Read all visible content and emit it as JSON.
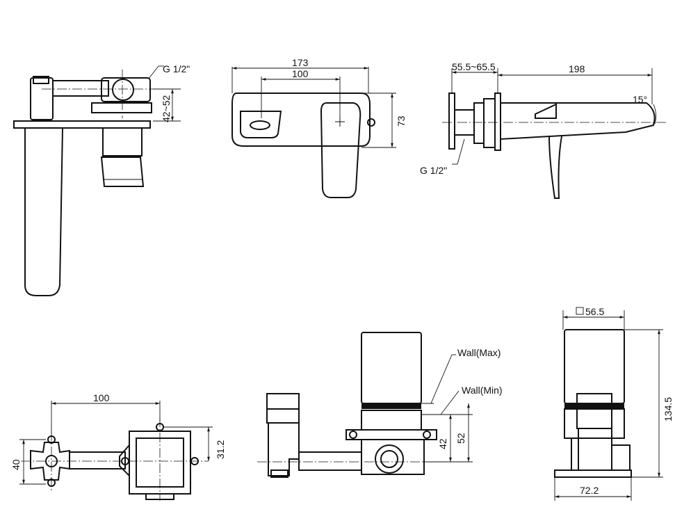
{
  "front_view": {
    "thread_label": "G 1/2\"",
    "depth_range": "42~52"
  },
  "top_view": {
    "total_width": "173",
    "center_distance": "100",
    "height": "73"
  },
  "side_view": {
    "wall_range": "55.5~65.5",
    "spout_length": "198",
    "angle": "15°",
    "thread_label": "G 1/2\""
  },
  "plan_view": {
    "center_distance": "100",
    "height": "40",
    "offset": "31.2"
  },
  "section_view": {
    "wall_max": "Wall(Max)",
    "wall_min": "Wall(Min)",
    "min_depth": "42",
    "max_depth": "52"
  },
  "end_view": {
    "square_size": "56.5",
    "height": "134.5",
    "base_width": "72.2"
  }
}
